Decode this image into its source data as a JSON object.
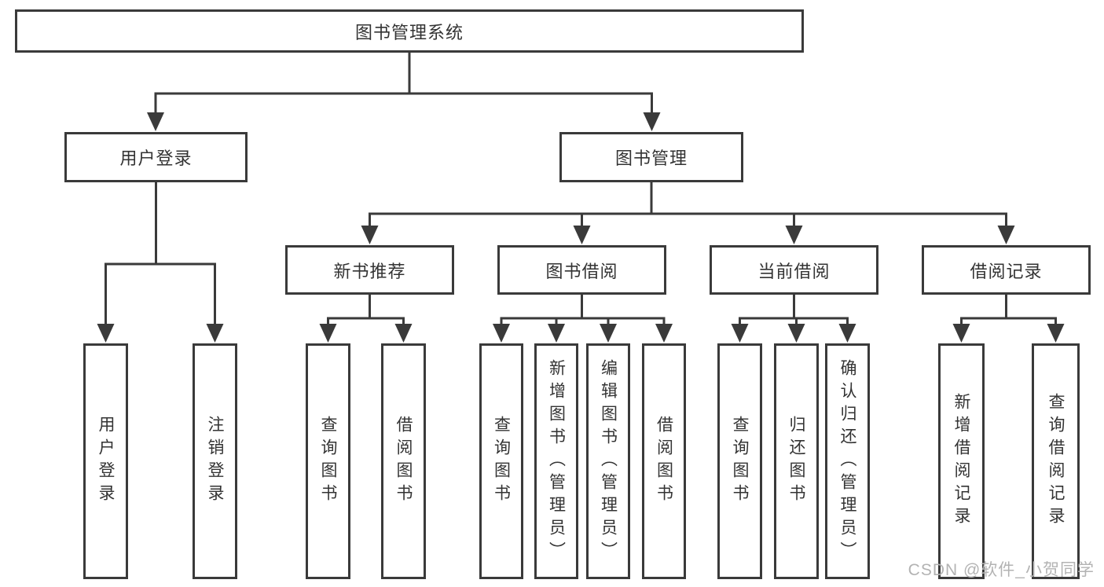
{
  "diagram": {
    "root": {
      "label": "图书管理系统",
      "children": [
        {
          "label": "用户登录",
          "children": [
            {
              "label": "用户登录"
            },
            {
              "label": "注销登录"
            }
          ]
        },
        {
          "label": "图书管理",
          "children": [
            {
              "label": "新书推荐",
              "children": [
                {
                  "label": "查询图书"
                },
                {
                  "label": "借阅图书"
                }
              ]
            },
            {
              "label": "图书借阅",
              "children": [
                {
                  "label": "查询图书"
                },
                {
                  "label": "新增图书（管理员）"
                },
                {
                  "label": "编辑图书（管理员）"
                },
                {
                  "label": "借阅图书"
                }
              ]
            },
            {
              "label": "当前借阅",
              "children": [
                {
                  "label": "查询图书"
                },
                {
                  "label": "归还图书"
                },
                {
                  "label": "确认归还（管理员）"
                }
              ]
            },
            {
              "label": "借阅记录",
              "children": [
                {
                  "label": "新增借阅记录"
                },
                {
                  "label": "查询借阅记录"
                }
              ]
            }
          ]
        }
      ]
    }
  },
  "watermark": {
    "text": "CSDN @软件_小贺同学"
  },
  "colors": {
    "line": "#3a3a3a",
    "box_border": "#3a3a3a",
    "text": "#333333",
    "watermark": "#b3b3b3",
    "background": "#ffffff"
  }
}
